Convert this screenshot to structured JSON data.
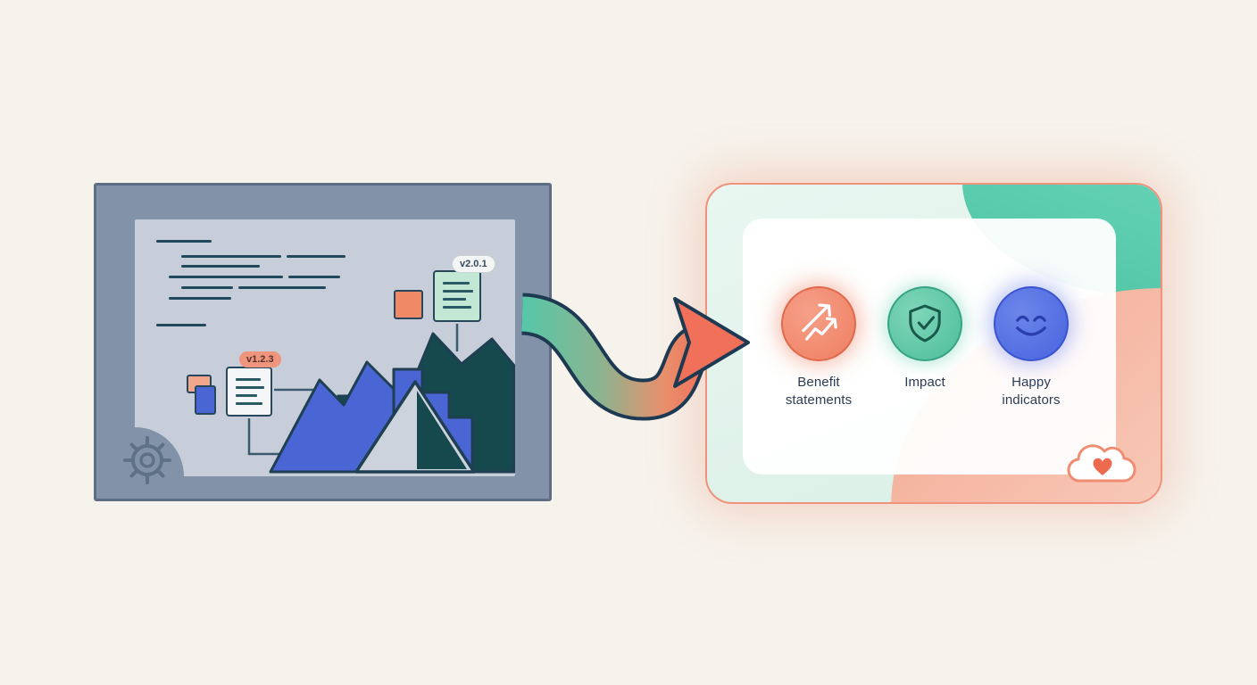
{
  "scene": {
    "background_color": "#f6f3ec",
    "source_panel": {
      "description": "technical source panel with code, versioned documents and chart mountains",
      "version_badge_new": "v2.0.1",
      "version_badge_old": "v1.2.3",
      "icons": [
        "gear-icon",
        "document-icon",
        "mountain-chart"
      ]
    },
    "transform_arrow": {
      "gradient_start": "#55c8a8",
      "gradient_end": "#f0715a"
    },
    "benefits_card": {
      "items": [
        {
          "label": "Benefit statements",
          "icon": "trending-arrows-icon",
          "accent": "#ef8265"
        },
        {
          "label": "Impact",
          "icon": "shield-check-icon",
          "accent": "#53c5a2"
        },
        {
          "label": "Happy indicators",
          "icon": "smiley-face-icon",
          "accent": "#4c68e0"
        }
      ],
      "corner_icon": "cloud-heart-icon"
    }
  }
}
